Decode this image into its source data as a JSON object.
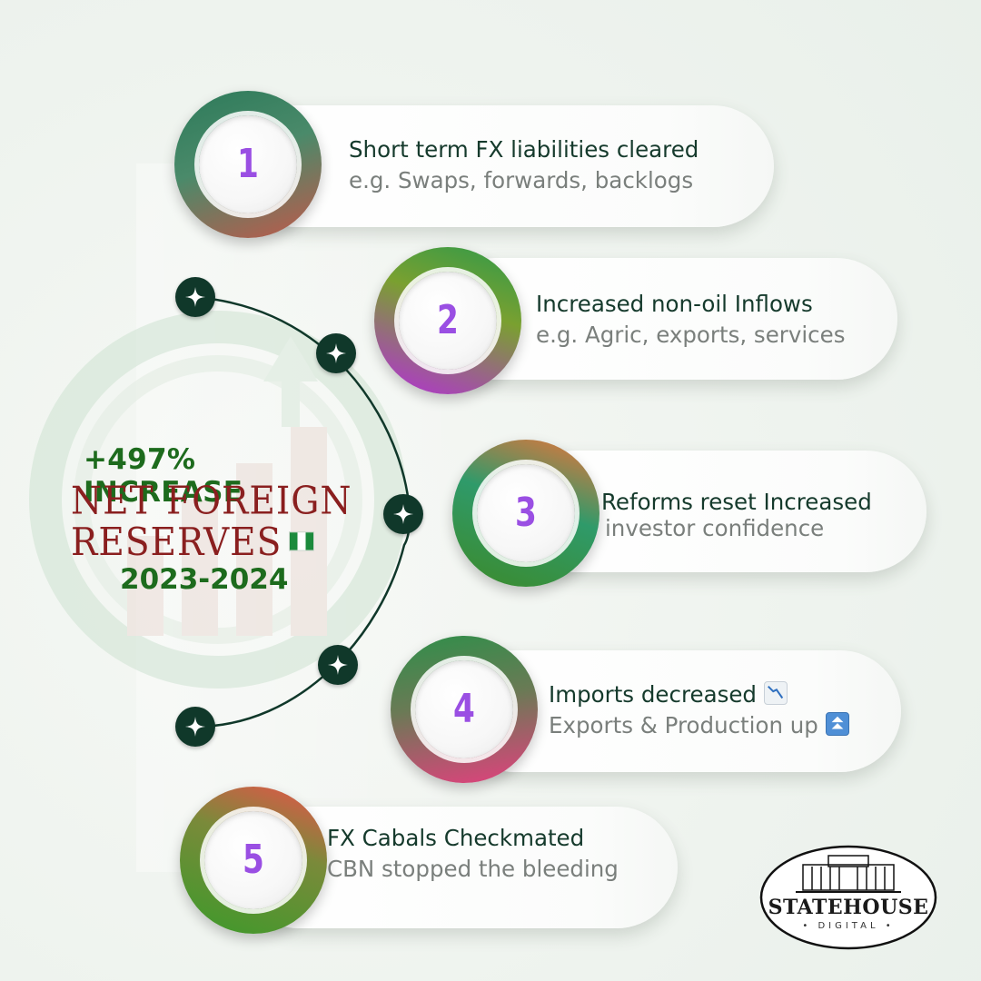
{
  "headline": {
    "increase": "+497% INCREASE",
    "title_line1": "NET FOREIGN",
    "title_line2": "RESERVES",
    "years": "2023-2024"
  },
  "flag_icon": "nigeria-flag-icon",
  "items": [
    {
      "number": "1",
      "title": "Short term FX liabilities cleared",
      "subtitle": "e.g. Swaps, forwards, backlogs",
      "ring_colors": [
        "#2d7a5a",
        "#c0584a"
      ]
    },
    {
      "number": "2",
      "title": "Increased non-oil Inflows",
      "subtitle": "e.g. Agric, exports, services",
      "ring_colors": [
        "#3aa048",
        "#b42ed8"
      ]
    },
    {
      "number": "3",
      "title": "Reforms reset Increased",
      "subtitle": "investor confidence",
      "ring_colors": [
        "#e8743a",
        "#3c8a2a"
      ]
    },
    {
      "number": "4",
      "title": "Imports decreased",
      "subtitle": "Exports & Production up",
      "ring_colors": [
        "#2f8f4a",
        "#e2407e"
      ],
      "title_icon": "chart-decreasing-icon",
      "subtitle_icon": "double-up-arrow-icon"
    },
    {
      "number": "5",
      "title": "FX Cabals Checkmated",
      "subtitle": "CBN stopped the bleeding",
      "ring_colors": [
        "#e8534a",
        "#3c9a2a"
      ]
    }
  ],
  "logo": {
    "name": "STATEHOUSE",
    "sub": "• DIGITAL •"
  },
  "colors": {
    "dark_green": "#10382a",
    "headline_green": "#1d6b1d",
    "headline_red": "#8a1f1f",
    "number_purple": "#9a4fe3"
  }
}
